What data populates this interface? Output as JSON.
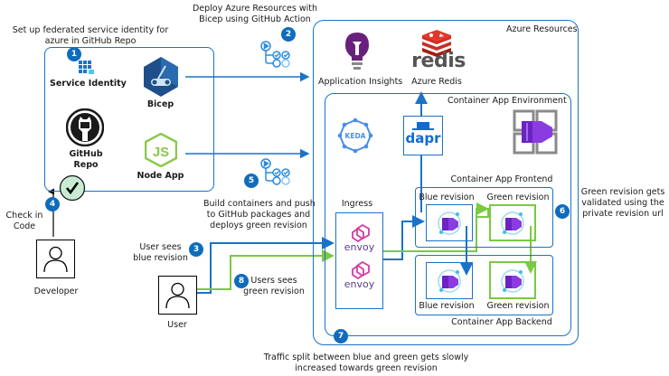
{
  "captions": {
    "step1": [
      "Set up federated service identity for",
      "azure in GitHub Repo"
    ],
    "step2": [
      "Deploy Azure Resources with",
      "Bicep using GitHub Action"
    ],
    "step3": [
      "User sees",
      "blue revision"
    ],
    "step4": [
      "Check in",
      "Code"
    ],
    "step5": [
      "Build containers and push",
      "to GitHub packages and",
      "deploys green revision"
    ],
    "step6": [
      "Green revision gets",
      "validated using the",
      "private revision url"
    ],
    "step7": [
      "Traffic split between blue and green gets slowly",
      "increased towards green revision"
    ],
    "step8": [
      "Users sees",
      "green revision"
    ]
  },
  "badges": [
    "1",
    "2",
    "3",
    "4",
    "5",
    "6",
    "7",
    "8"
  ],
  "github_box": {
    "service_identity": "Service Identity",
    "bicep": "Bicep",
    "github_repo": [
      "GitHub",
      "Repo"
    ],
    "node_app": "Node App"
  },
  "actors": {
    "developer": "Developer",
    "user": "User"
  },
  "azure": {
    "title": "Azure Resources",
    "app_insights": "Application Insights",
    "redis_logo": "redis",
    "redis": "Azure Redis",
    "env_title": "Container App Environment",
    "keda": "KEDA",
    "dapr": "dapr",
    "ingress": "Ingress",
    "envoy": "envoy",
    "frontend_title": "Container App Frontend",
    "backend_title": "Container App Backend",
    "blue_revision": "Blue revision",
    "green_revision": "Green revision"
  },
  "colors": {
    "blue": "#0f6cbd",
    "green": "#7ac943",
    "line_blue": "#1a73c7"
  }
}
